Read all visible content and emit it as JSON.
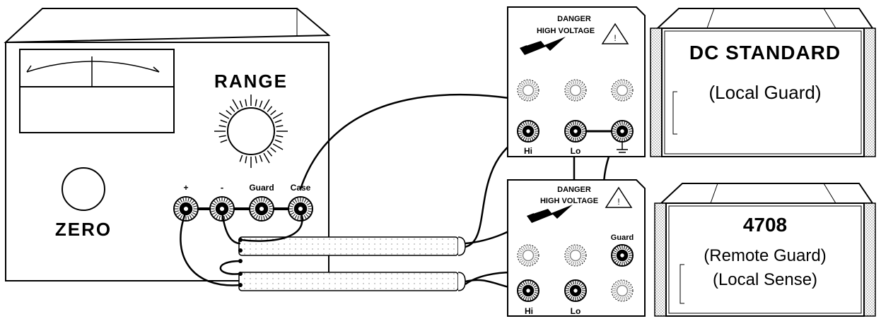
{
  "null_meter": {
    "range_label": "RANGE",
    "zero_label": "ZERO",
    "terminals": {
      "plus": "+",
      "minus": "-",
      "guard": "Guard",
      "case": "Case"
    }
  },
  "dc_standard": {
    "warning_line1": "DANGER",
    "warning_line2": "HIGH VOLTAGE",
    "warning_symbol": "!",
    "name": "DC STANDARD",
    "mode": "(Local Guard)",
    "terminals": {
      "hi": "Hi",
      "lo": "Lo"
    }
  },
  "calibrator_4708": {
    "warning_line1": "DANGER",
    "warning_line2": "HIGH VOLTAGE",
    "warning_symbol": "!",
    "name": "4708",
    "mode_line1": "(Remote Guard)",
    "mode_line2": "(Local Sense)",
    "terminals": {
      "guard": "Guard",
      "hi": "Hi",
      "lo": "Lo"
    }
  },
  "icons": [
    "meter-dial-icon",
    "lightning-bolt-icon",
    "warning-triangle-icon",
    "binding-post-icon"
  ],
  "colors": {
    "line": "#000000",
    "cable_fill": "#fdfdfd",
    "stipple": "#999999"
  }
}
